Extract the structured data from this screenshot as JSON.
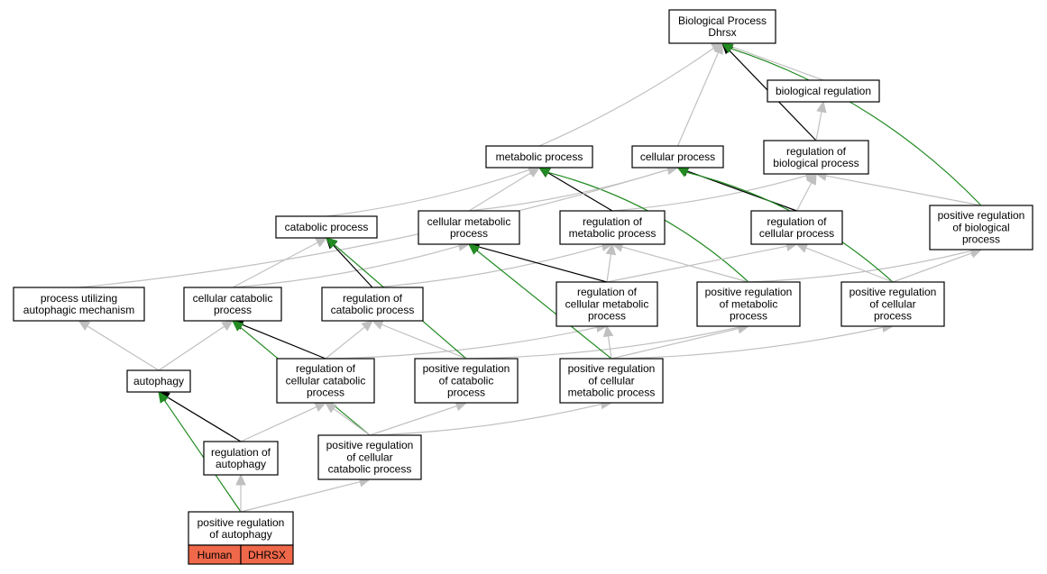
{
  "colors": {
    "gray_edge": "#c0c0c0",
    "black_edge": "#000000",
    "green_edge": "#228b22",
    "highlight_fill": "#f0684a"
  },
  "graph": {
    "nodes": [
      {
        "id": "root",
        "lines": [
          "Biological Process",
          "Dhrsx"
        ]
      },
      {
        "id": "biological_regulation",
        "lines": [
          "biological regulation"
        ]
      },
      {
        "id": "metabolic_process",
        "lines": [
          "metabolic process"
        ]
      },
      {
        "id": "cellular_process",
        "lines": [
          "cellular process"
        ]
      },
      {
        "id": "regulation_of_biological_process",
        "lines": [
          "regulation of",
          "biological process"
        ]
      },
      {
        "id": "catabolic_process",
        "lines": [
          "catabolic process"
        ]
      },
      {
        "id": "cellular_metabolic_process",
        "lines": [
          "cellular metabolic",
          "process"
        ]
      },
      {
        "id": "regulation_of_metabolic_process",
        "lines": [
          "regulation of",
          "metabolic process"
        ]
      },
      {
        "id": "regulation_of_cellular_process",
        "lines": [
          "regulation of",
          "cellular process"
        ]
      },
      {
        "id": "positive_regulation_of_biological_process",
        "lines": [
          "positive regulation",
          "of biological",
          "process"
        ]
      },
      {
        "id": "process_utilizing_autophagic_mechanism",
        "lines": [
          "process utilizing",
          "autophagic mechanism"
        ]
      },
      {
        "id": "cellular_catabolic_process",
        "lines": [
          "cellular catabolic",
          "process"
        ]
      },
      {
        "id": "regulation_of_catabolic_process",
        "lines": [
          "regulation of",
          "catabolic process"
        ]
      },
      {
        "id": "regulation_of_cellular_metabolic_process",
        "lines": [
          "regulation of",
          "cellular metabolic",
          "process"
        ]
      },
      {
        "id": "positive_regulation_of_metabolic_process",
        "lines": [
          "positive regulation",
          "of metabolic",
          "process"
        ]
      },
      {
        "id": "positive_regulation_of_cellular_process",
        "lines": [
          "positive regulation",
          "of cellular",
          "process"
        ]
      },
      {
        "id": "autophagy",
        "lines": [
          "autophagy"
        ]
      },
      {
        "id": "regulation_of_cellular_catabolic_process",
        "lines": [
          "regulation of",
          "cellular catabolic",
          "process"
        ]
      },
      {
        "id": "positive_regulation_of_catabolic_process",
        "lines": [
          "positive regulation",
          "of catabolic",
          "process"
        ]
      },
      {
        "id": "positive_regulation_of_cellular_metabolic_process",
        "lines": [
          "positive regulation",
          "of cellular",
          "metabolic process"
        ]
      },
      {
        "id": "regulation_of_autophagy",
        "lines": [
          "regulation of",
          "autophagy"
        ]
      },
      {
        "id": "positive_regulation_of_cellular_catabolic_process",
        "lines": [
          "positive regulation",
          "of cellular",
          "catabolic process"
        ]
      },
      {
        "id": "positive_regulation_of_autophagy",
        "lines": [
          "positive regulation",
          "of autophagy"
        ],
        "tags": [
          "Human",
          "DHRSX"
        ]
      }
    ],
    "edges": [
      {
        "from": "biological_regulation",
        "to": "root",
        "kind": "is_a"
      },
      {
        "from": "metabolic_process",
        "to": "root",
        "kind": "is_a"
      },
      {
        "from": "cellular_process",
        "to": "root",
        "kind": "is_a"
      },
      {
        "from": "regulation_of_biological_process",
        "to": "root",
        "kind": "regulates"
      },
      {
        "from": "positive_regulation_of_biological_process",
        "to": "root",
        "kind": "positively_regulates"
      },
      {
        "from": "regulation_of_biological_process",
        "to": "biological_regulation",
        "kind": "is_a"
      },
      {
        "from": "positive_regulation_of_biological_process",
        "to": "regulation_of_biological_process",
        "kind": "is_a"
      },
      {
        "from": "catabolic_process",
        "to": "metabolic_process",
        "kind": "is_a"
      },
      {
        "from": "cellular_metabolic_process",
        "to": "metabolic_process",
        "kind": "is_a"
      },
      {
        "from": "cellular_metabolic_process",
        "to": "cellular_process",
        "kind": "is_a"
      },
      {
        "from": "regulation_of_metabolic_process",
        "to": "metabolic_process",
        "kind": "regulates"
      },
      {
        "from": "regulation_of_metabolic_process",
        "to": "regulation_of_biological_process",
        "kind": "is_a"
      },
      {
        "from": "regulation_of_cellular_process",
        "to": "cellular_process",
        "kind": "regulates"
      },
      {
        "from": "regulation_of_cellular_process",
        "to": "regulation_of_biological_process",
        "kind": "is_a"
      },
      {
        "from": "positive_regulation_of_metabolic_process",
        "to": "metabolic_process",
        "kind": "positively_regulates"
      },
      {
        "from": "positive_regulation_of_metabolic_process",
        "to": "regulation_of_metabolic_process",
        "kind": "is_a"
      },
      {
        "from": "positive_regulation_of_metabolic_process",
        "to": "positive_regulation_of_biological_process",
        "kind": "is_a"
      },
      {
        "from": "positive_regulation_of_cellular_process",
        "to": "cellular_process",
        "kind": "positively_regulates"
      },
      {
        "from": "positive_regulation_of_cellular_process",
        "to": "regulation_of_cellular_process",
        "kind": "is_a"
      },
      {
        "from": "positive_regulation_of_cellular_process",
        "to": "positive_regulation_of_biological_process",
        "kind": "is_a"
      },
      {
        "from": "process_utilizing_autophagic_mechanism",
        "to": "cellular_process",
        "kind": "is_a"
      },
      {
        "from": "cellular_catabolic_process",
        "to": "catabolic_process",
        "kind": "is_a"
      },
      {
        "from": "cellular_catabolic_process",
        "to": "cellular_metabolic_process",
        "kind": "is_a"
      },
      {
        "from": "regulation_of_catabolic_process",
        "to": "catabolic_process",
        "kind": "regulates"
      },
      {
        "from": "regulation_of_catabolic_process",
        "to": "regulation_of_metabolic_process",
        "kind": "is_a"
      },
      {
        "from": "regulation_of_cellular_metabolic_process",
        "to": "cellular_metabolic_process",
        "kind": "regulates"
      },
      {
        "from": "regulation_of_cellular_metabolic_process",
        "to": "regulation_of_metabolic_process",
        "kind": "is_a"
      },
      {
        "from": "regulation_of_cellular_metabolic_process",
        "to": "regulation_of_cellular_process",
        "kind": "is_a"
      },
      {
        "from": "autophagy",
        "to": "process_utilizing_autophagic_mechanism",
        "kind": "is_a"
      },
      {
        "from": "autophagy",
        "to": "cellular_catabolic_process",
        "kind": "is_a"
      },
      {
        "from": "regulation_of_cellular_catabolic_process",
        "to": "cellular_catabolic_process",
        "kind": "regulates"
      },
      {
        "from": "regulation_of_cellular_catabolic_process",
        "to": "regulation_of_catabolic_process",
        "kind": "is_a"
      },
      {
        "from": "regulation_of_cellular_catabolic_process",
        "to": "regulation_of_cellular_metabolic_process",
        "kind": "is_a"
      },
      {
        "from": "positive_regulation_of_catabolic_process",
        "to": "catabolic_process",
        "kind": "positively_regulates"
      },
      {
        "from": "positive_regulation_of_catabolic_process",
        "to": "regulation_of_catabolic_process",
        "kind": "is_a"
      },
      {
        "from": "positive_regulation_of_catabolic_process",
        "to": "positive_regulation_of_metabolic_process",
        "kind": "is_a"
      },
      {
        "from": "positive_regulation_of_cellular_metabolic_process",
        "to": "cellular_metabolic_process",
        "kind": "positively_regulates"
      },
      {
        "from": "positive_regulation_of_cellular_metabolic_process",
        "to": "regulation_of_cellular_metabolic_process",
        "kind": "is_a"
      },
      {
        "from": "positive_regulation_of_cellular_metabolic_process",
        "to": "positive_regulation_of_metabolic_process",
        "kind": "is_a"
      },
      {
        "from": "positive_regulation_of_cellular_metabolic_process",
        "to": "positive_regulation_of_cellular_process",
        "kind": "is_a"
      },
      {
        "from": "regulation_of_autophagy",
        "to": "autophagy",
        "kind": "regulates"
      },
      {
        "from": "regulation_of_autophagy",
        "to": "regulation_of_cellular_catabolic_process",
        "kind": "is_a"
      },
      {
        "from": "positive_regulation_of_cellular_catabolic_process",
        "to": "cellular_catabolic_process",
        "kind": "positively_regulates"
      },
      {
        "from": "positive_regulation_of_cellular_catabolic_process",
        "to": "regulation_of_cellular_catabolic_process",
        "kind": "is_a"
      },
      {
        "from": "positive_regulation_of_cellular_catabolic_process",
        "to": "positive_regulation_of_catabolic_process",
        "kind": "is_a"
      },
      {
        "from": "positive_regulation_of_cellular_catabolic_process",
        "to": "positive_regulation_of_cellular_metabolic_process",
        "kind": "is_a"
      },
      {
        "from": "positive_regulation_of_autophagy",
        "to": "autophagy",
        "kind": "positively_regulates"
      },
      {
        "from": "positive_regulation_of_autophagy",
        "to": "regulation_of_autophagy",
        "kind": "is_a"
      },
      {
        "from": "positive_regulation_of_autophagy",
        "to": "positive_regulation_of_cellular_catabolic_process",
        "kind": "is_a"
      }
    ]
  }
}
